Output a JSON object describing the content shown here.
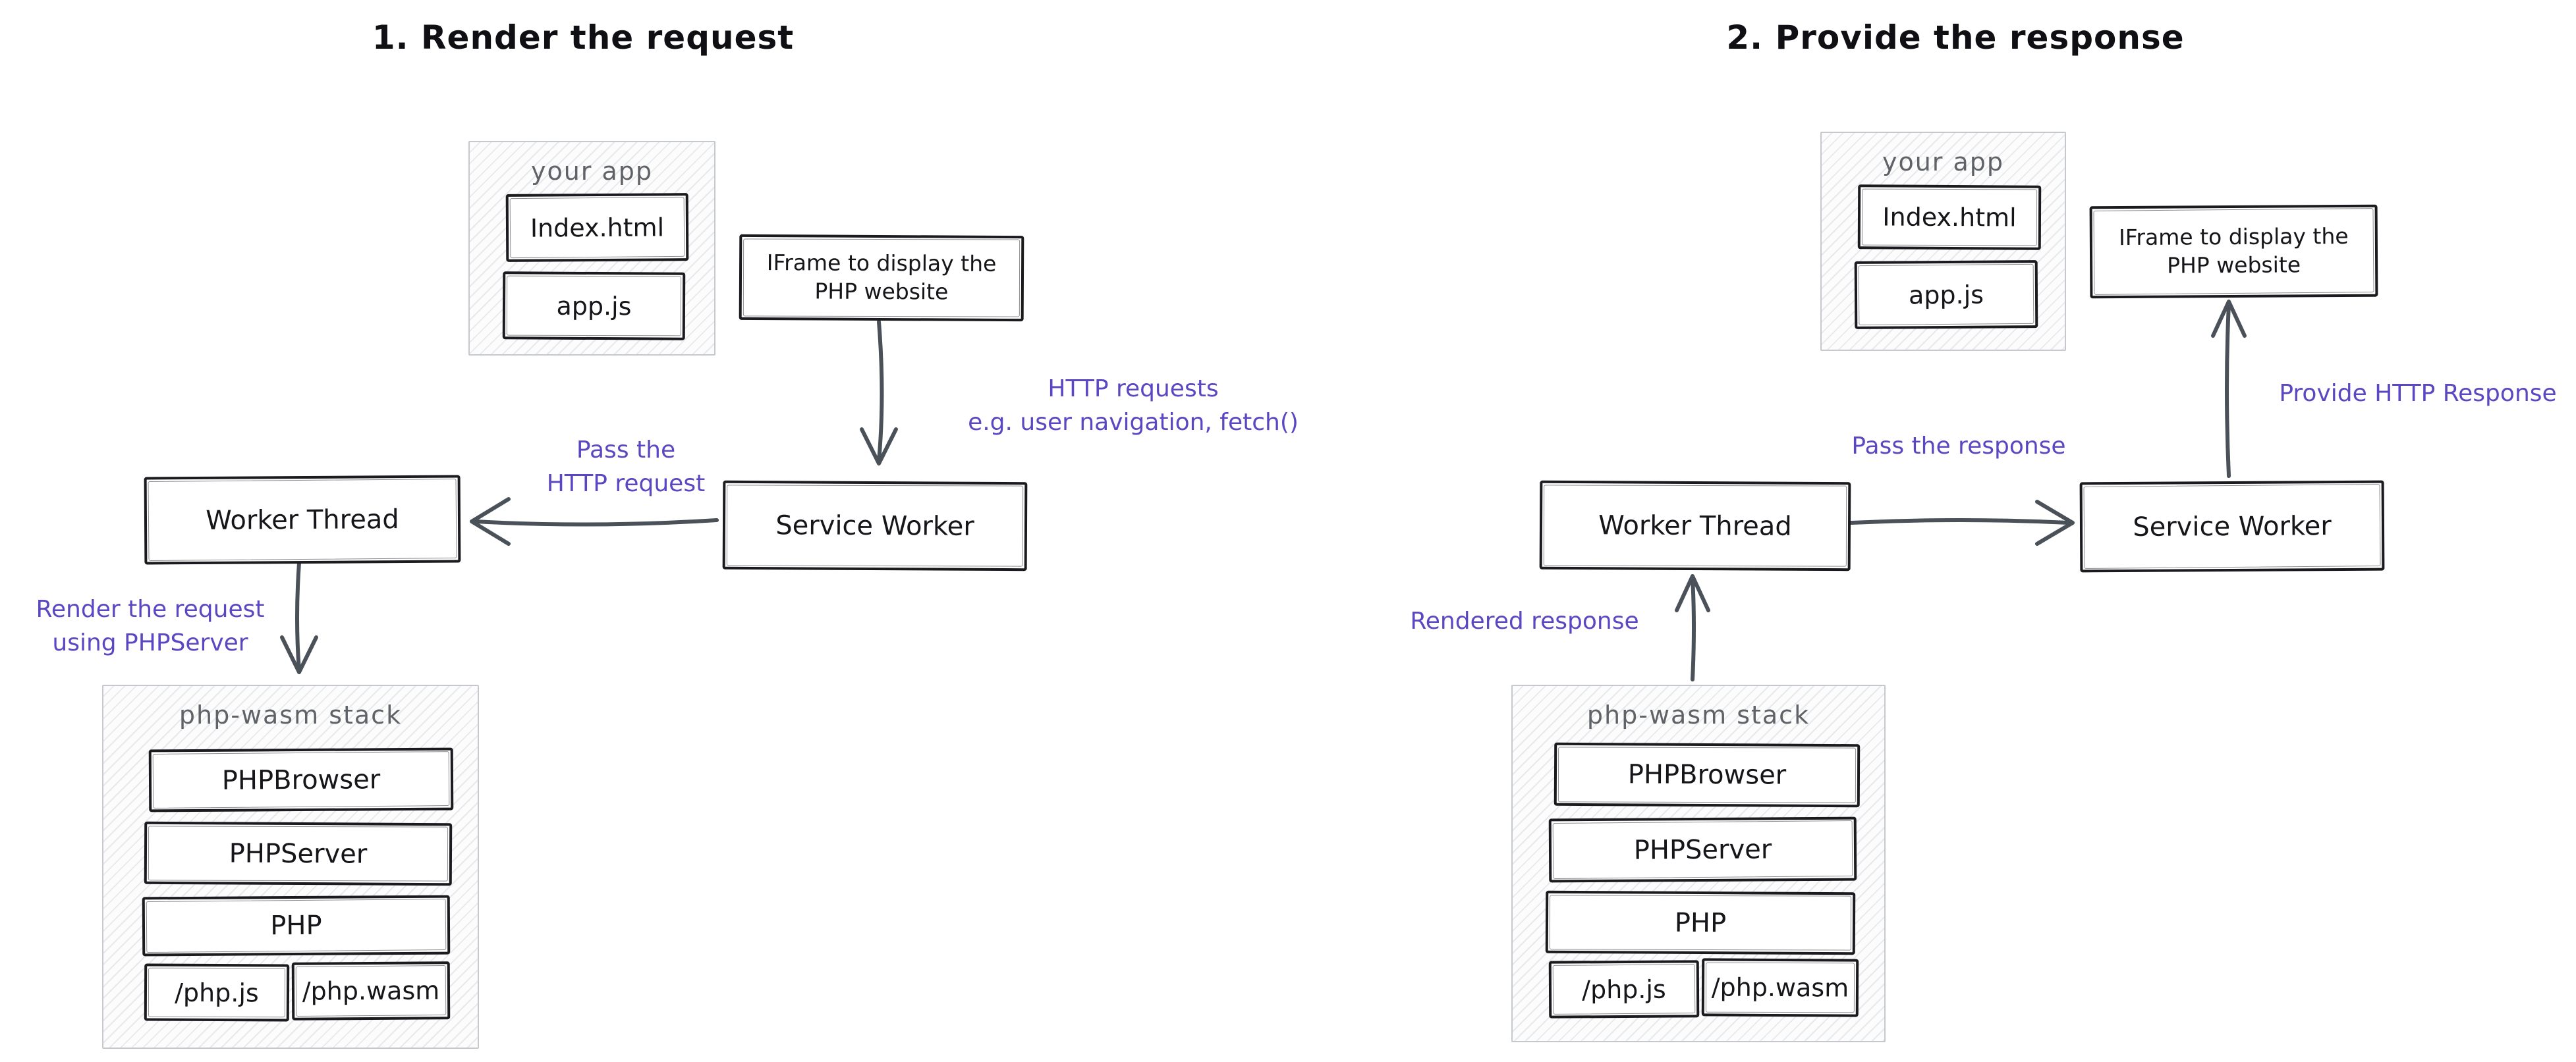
{
  "colors": {
    "accent_purple": "#5b47c2",
    "box_stroke": "#1b1b1f",
    "arrow_gray": "#4b5158",
    "group_label_gray": "#5f6368",
    "hatch_gray": "#e7e9ec"
  },
  "left": {
    "title": "1. Render the request",
    "your_app": {
      "label": "your app",
      "file1": "Index.html",
      "file2": "app.js"
    },
    "iframe": {
      "line1": "IFrame to display the",
      "line2": "PHP website"
    },
    "http_requests": {
      "line1": "HTTP requests",
      "line2": "e.g. user navigation, fetch()"
    },
    "pass_request": {
      "line1": "Pass the",
      "line2": "HTTP request"
    },
    "worker_thread": "Worker Thread",
    "service_worker": "Service Worker",
    "render_request": {
      "line1": "Render the request",
      "line2": "using PHPServer"
    },
    "stack": {
      "label": "php-wasm stack",
      "layer1": "PHPBrowser",
      "layer2": "PHPServer",
      "layer3": "PHP",
      "file1": "/php.js",
      "file2": "/php.wasm"
    }
  },
  "right": {
    "title": "2. Provide the response",
    "your_app": {
      "label": "your app",
      "file1": "Index.html",
      "file2": "app.js"
    },
    "iframe": {
      "line1": "IFrame to display the",
      "line2": "PHP website"
    },
    "provide_response": "Provide HTTP Response",
    "pass_response": "Pass the response",
    "worker_thread": "Worker Thread",
    "service_worker": "Service Worker",
    "rendered_response": "Rendered response",
    "stack": {
      "label": "php-wasm stack",
      "layer1": "PHPBrowser",
      "layer2": "PHPServer",
      "layer3": "PHP",
      "file1": "/php.js",
      "file2": "/php.wasm"
    }
  }
}
